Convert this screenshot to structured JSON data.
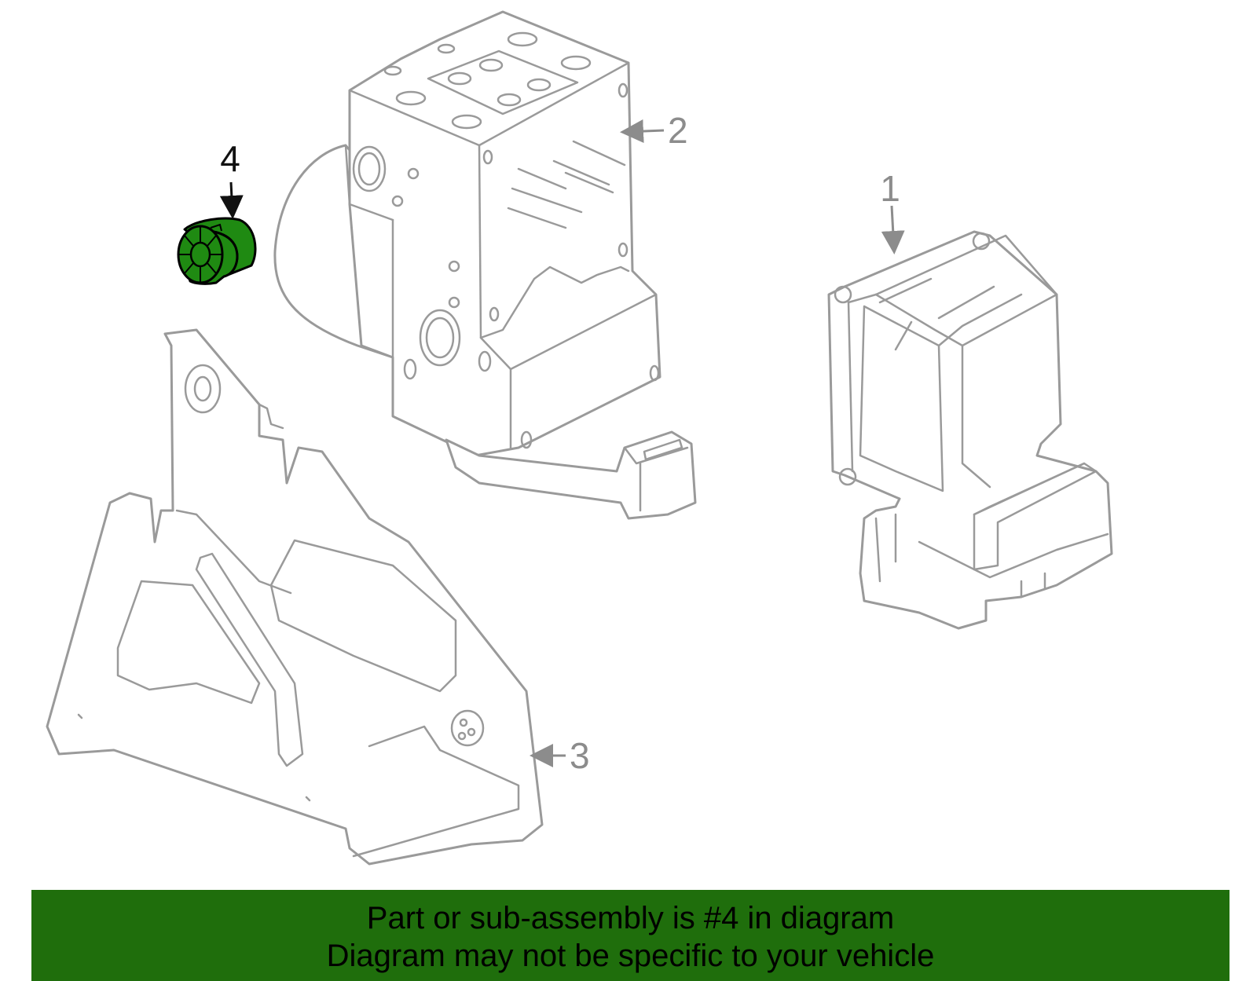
{
  "callouts": {
    "part1": "1",
    "part2": "2",
    "part3": "3",
    "part4": "4"
  },
  "highlighted_part": "4",
  "colors": {
    "highlight_fill": "#1f8a12",
    "banner_bg": "#1f6e0c",
    "line_art": "#9a9a9a"
  },
  "banner": {
    "line1": "Part or sub-assembly is #4 in diagram",
    "line2": "Diagram may not be specific to your vehicle"
  }
}
